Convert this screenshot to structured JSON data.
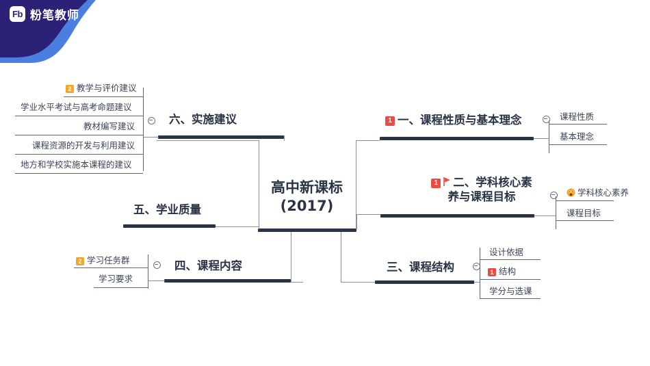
{
  "header": {
    "logo_mark": "Fb",
    "logo_text": "粉笔教师",
    "brand_color": "#2b2277",
    "accent_color": "#4a7fe0"
  },
  "mindmap": {
    "root": {
      "line1": "高中新课标",
      "line2": "(2017)"
    },
    "colors": {
      "node_text": "#2b3347",
      "branch_line": "#2b3347",
      "sub_line": "#5d6579",
      "badge_red": "#ec4b43",
      "badge_orange": "#f5a623"
    },
    "branches": [
      {
        "id": "b1",
        "label": "一、课程性质与基本理念",
        "badge": "1",
        "badge_type": "red",
        "side": "right",
        "toggle": "collapse-toggle",
        "children": [
          {
            "label": "课程性质"
          },
          {
            "label": "基本理念"
          }
        ]
      },
      {
        "id": "b2",
        "label_line1": "二、学科核心素",
        "label_line2": "养与课程目标",
        "badge": "1",
        "badge_type": "red",
        "flag": "flag-icon",
        "side": "right",
        "toggle": "collapse-toggle",
        "children": [
          {
            "label": "学科核心素养",
            "emoji": "scared-face-emoji"
          },
          {
            "label": "课程目标"
          }
        ]
      },
      {
        "id": "b3",
        "label": "三、课程结构",
        "side": "right",
        "toggle": "collapse-toggle",
        "children": [
          {
            "label": "设计依据"
          },
          {
            "label": "结构",
            "badge": "1",
            "badge_type": "red"
          },
          {
            "label": "学分与选课"
          }
        ]
      },
      {
        "id": "b4",
        "label": "四、课程内容",
        "side": "left",
        "toggle": "collapse-toggle",
        "children": [
          {
            "label": "学习任务群",
            "badge": "2",
            "badge_type": "orange"
          },
          {
            "label": "学习要求"
          }
        ]
      },
      {
        "id": "b5",
        "label": "五、学业质量",
        "side": "left",
        "children": []
      },
      {
        "id": "b6",
        "label": "六、实施建议",
        "side": "left",
        "toggle": "collapse-toggle",
        "children": [
          {
            "label": "教学与评价建议",
            "badge": "2",
            "badge_type": "orange"
          },
          {
            "label": "学业水平考试与高考命题建议"
          },
          {
            "label": "教材编写建议"
          },
          {
            "label": "课程资源的开发与利用建议"
          },
          {
            "label": "地方和学校实施本课程的建议"
          }
        ]
      }
    ]
  }
}
